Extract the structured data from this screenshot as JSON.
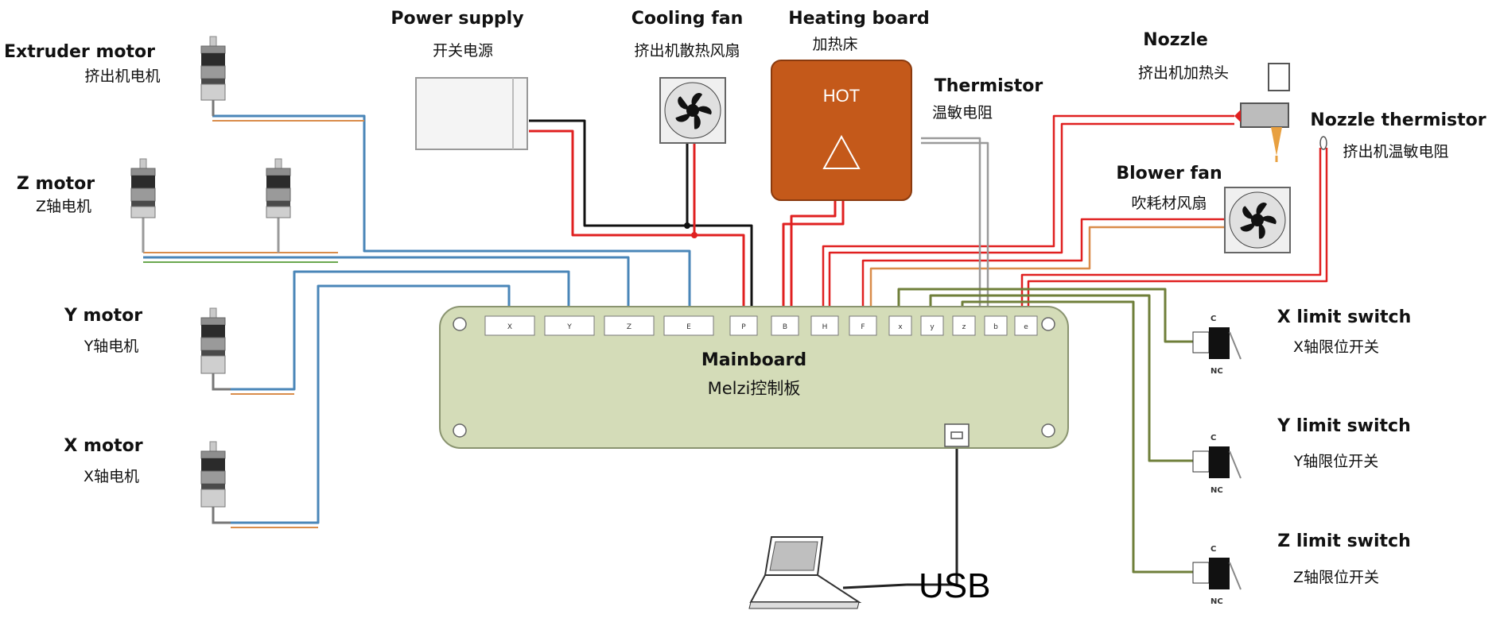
{
  "components": {
    "extruder_motor": {
      "en": "Extruder motor",
      "cn": "挤出机电机"
    },
    "z_motor": {
      "en": "Z motor",
      "cn": "Z轴电机"
    },
    "y_motor": {
      "en": "Y motor",
      "cn": "Y轴电机"
    },
    "x_motor": {
      "en": "X motor",
      "cn": "X轴电机"
    },
    "power_supply": {
      "en": "Power supply",
      "cn": "开关电源"
    },
    "cooling_fan": {
      "en": "Cooling fan",
      "cn": "挤出机散热风扇"
    },
    "heating_board": {
      "en": "Heating board",
      "cn": "加热床",
      "hot_text": "HOT"
    },
    "thermistor": {
      "en": "Thermistor",
      "cn": "温敏电阻"
    },
    "nozzle": {
      "en": "Nozzle",
      "cn": "挤出机加热头"
    },
    "nozzle_thermistor": {
      "en": "Nozzle thermistor",
      "cn": "挤出机温敏电阻"
    },
    "blower_fan": {
      "en": "Blower fan",
      "cn": "吹耗材风扇"
    },
    "x_limit": {
      "en": "X limit switch",
      "cn": "X轴限位开关"
    },
    "y_limit": {
      "en": "Y limit switch",
      "cn": "Y轴限位开关"
    },
    "z_limit": {
      "en": "Z limit switch",
      "cn": "Z轴限位开关"
    },
    "mainboard": {
      "en": "Mainboard",
      "cn": "Melzi控制板"
    },
    "usb": {
      "label": "USB"
    }
  },
  "ports": [
    "X",
    "Y",
    "Z",
    "E",
    "P",
    "B",
    "H",
    "F",
    "x",
    "y",
    "z",
    "b",
    "e"
  ],
  "switch_pins": {
    "top": "C",
    "bottom": "NC"
  },
  "colors": {
    "motor_wire": "#4a86b8",
    "power_wire": "#e02020",
    "ground_wire": "#111111",
    "sensor_wire": "#9a9a9a",
    "switch_wire": "#6f7f3a",
    "heater_color": "#c4591a",
    "board_color": "#d4dcb8",
    "board_border": "#8a9470"
  }
}
